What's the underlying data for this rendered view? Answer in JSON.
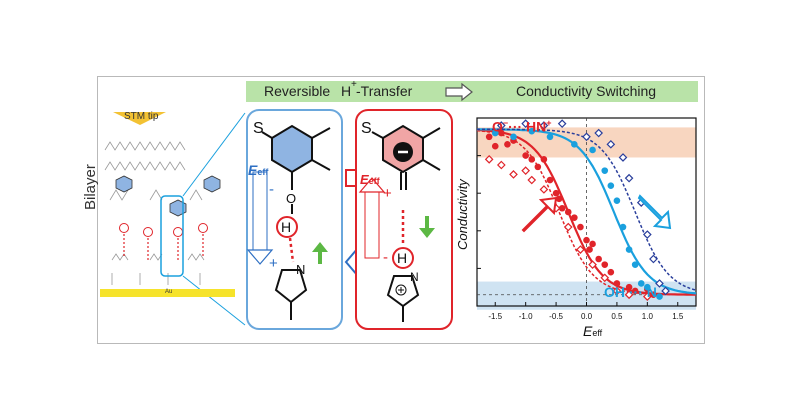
{
  "banner": {
    "left_text": "Reversible",
    "h_plus": "H",
    "transfer": "-Transfer",
    "right_text": "Conductivity Switching",
    "plus_sup": "+"
  },
  "stm": {
    "label": "STM tip"
  },
  "bilayer_label": "Bilayer",
  "au_label": "Au",
  "molecule": {
    "s": "S",
    "o": "O",
    "h": "H",
    "n": "N",
    "e_eff": "E",
    "eff_sub": "eff",
    "minus": "-",
    "plus": "+"
  },
  "chart_data": {
    "type": "scatter",
    "xlabel": "E",
    "xlabel_sub": "eff",
    "ylabel": "Conductivity",
    "xlim": [
      -1.8,
      1.8
    ],
    "ylim": [
      0,
      1
    ],
    "xticks": [
      "-1.5",
      "-1.0",
      "-0.5",
      "0.0",
      "0.5",
      "1.0",
      "1.5"
    ],
    "label_high": "O",
    "label_high_rest": "··· HN",
    "label_low": "OH ··· N",
    "colors": {
      "red": "#e0242a",
      "blue": "#1aa0de",
      "navy": "#2a3f9c",
      "orange_band": "#f8d6c0",
      "blue_band": "#cfe3f2"
    },
    "series": [
      {
        "name": "",
        "marker": "filled-circle",
        "color": "red",
        "points": [
          [
            -1.6,
            0.9
          ],
          [
            -1.5,
            0.85
          ],
          [
            -1.4,
            0.92
          ],
          [
            -1.3,
            0.86
          ],
          [
            -1.2,
            0.88
          ],
          [
            -1.0,
            0.8
          ],
          [
            -0.9,
            0.78
          ],
          [
            -0.8,
            0.74
          ],
          [
            -0.7,
            0.78
          ],
          [
            -0.6,
            0.67
          ],
          [
            -0.5,
            0.6
          ],
          [
            -0.45,
            0.57
          ],
          [
            -0.4,
            0.52
          ],
          [
            -0.3,
            0.5
          ],
          [
            -0.2,
            0.47
          ],
          [
            -0.1,
            0.42
          ],
          [
            0.0,
            0.35
          ],
          [
            0.05,
            0.3
          ],
          [
            0.1,
            0.33
          ],
          [
            0.2,
            0.25
          ],
          [
            0.3,
            0.22
          ],
          [
            0.4,
            0.18
          ],
          [
            0.5,
            0.12
          ],
          [
            0.7,
            0.1
          ],
          [
            0.8,
            0.08
          ],
          [
            1.0,
            0.09
          ],
          [
            1.1,
            0.06
          ]
        ]
      },
      {
        "name": "",
        "marker": "open-diamond",
        "color": "red",
        "points": [
          [
            -1.6,
            0.78
          ],
          [
            -1.4,
            0.75
          ],
          [
            -1.2,
            0.7
          ],
          [
            -1.0,
            0.72
          ],
          [
            -0.9,
            0.67
          ],
          [
            -0.7,
            0.62
          ],
          [
            -0.5,
            0.52
          ],
          [
            -0.3,
            0.42
          ],
          [
            -0.1,
            0.3
          ],
          [
            0.1,
            0.22
          ],
          [
            0.3,
            0.15
          ],
          [
            0.5,
            0.08
          ],
          [
            0.7,
            0.06
          ],
          [
            1.0,
            0.05
          ]
        ]
      },
      {
        "name": "",
        "marker": "filled-circle",
        "color": "blue",
        "points": [
          [
            -1.5,
            0.92
          ],
          [
            -1.2,
            0.9
          ],
          [
            -0.9,
            0.93
          ],
          [
            -0.6,
            0.9
          ],
          [
            -0.2,
            0.86
          ],
          [
            0.1,
            0.83
          ],
          [
            0.3,
            0.72
          ],
          [
            0.4,
            0.64
          ],
          [
            0.5,
            0.56
          ],
          [
            0.6,
            0.42
          ],
          [
            0.7,
            0.3
          ],
          [
            0.8,
            0.22
          ],
          [
            0.9,
            0.12
          ],
          [
            1.0,
            0.1
          ],
          [
            1.2,
            0.05
          ]
        ]
      },
      {
        "name": "",
        "marker": "open-diamond",
        "color": "navy",
        "points": [
          [
            -1.4,
            0.96
          ],
          [
            -1.0,
            0.97
          ],
          [
            -0.7,
            0.96
          ],
          [
            -0.4,
            0.97
          ],
          [
            0.0,
            0.9
          ],
          [
            0.2,
            0.92
          ],
          [
            0.4,
            0.86
          ],
          [
            0.6,
            0.79
          ],
          [
            0.7,
            0.68
          ],
          [
            0.9,
            0.55
          ],
          [
            1.0,
            0.38
          ],
          [
            1.1,
            0.25
          ],
          [
            1.2,
            0.12
          ],
          [
            1.3,
            0.08
          ]
        ]
      }
    ],
    "fits": [
      {
        "color": "red",
        "style": "solid",
        "x0": -0.3
      },
      {
        "color": "red",
        "style": "dotted",
        "x0": -0.45
      },
      {
        "color": "blue",
        "style": "solid",
        "x0": 0.45
      },
      {
        "color": "navy",
        "style": "dotted",
        "x0": 0.8
      }
    ]
  }
}
